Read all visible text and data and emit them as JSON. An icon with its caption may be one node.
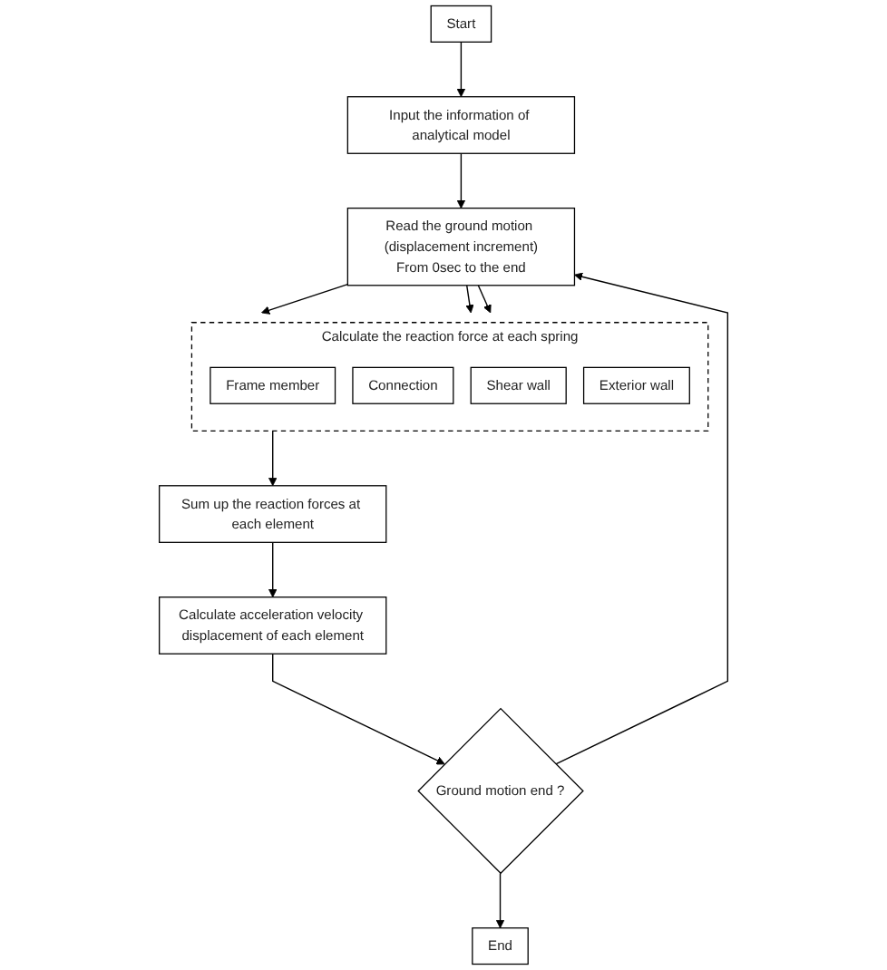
{
  "diagram": {
    "nodes": [
      {
        "text": [
          "Start"
        ]
      },
      {
        "text": [
          "Input the information of analytical model"
        ]
      },
      {
        "text": [
          "Read the ground motion (displacement increment)",
          "From 0sec to the end"
        ]
      },
      {
        "text": [
          "Calculate the reaction force at each spring"
        ]
      },
      {
        "text": [
          "Frame member"
        ],
        "in": 3
      },
      {
        "text": [
          "Connection"
        ],
        "in": 3
      },
      {
        "text": [
          "Shear wall"
        ],
        "in": 3
      },
      {
        "text": [
          "Exterior wall"
        ],
        "in": 3
      },
      {
        "text": [
          "Sum up the reaction forces at each element"
        ]
      },
      {
        "text": [
          "Calculate acceleration velocity displacement of each element"
        ]
      },
      {
        "text": [
          "Ground motion end ?"
        ]
      },
      {
        "text": [
          "End"
        ]
      }
    ],
    "edges": [
      {
        "from": 0,
        "to": 1,
        "arrow": "to"
      },
      {
        "from": 1,
        "to": 2,
        "arrow": "to"
      },
      {
        "from": 2,
        "to": 3,
        "arrow": "to"
      },
      {
        "from": 2,
        "to": 3,
        "arrow": "to"
      },
      {
        "from": 2,
        "to": 3,
        "arrow": "to"
      },
      {
        "from": 3,
        "to": 8,
        "arrow": "to"
      },
      {
        "from": 8,
        "to": 9,
        "arrow": "to"
      },
      {
        "from": 9,
        "to": 10,
        "arrow": "to"
      },
      {
        "from": 10,
        "to": 11,
        "arrow": "to"
      },
      {
        "from": 10,
        "to": 2,
        "arrow": "to"
      }
    ]
  }
}
